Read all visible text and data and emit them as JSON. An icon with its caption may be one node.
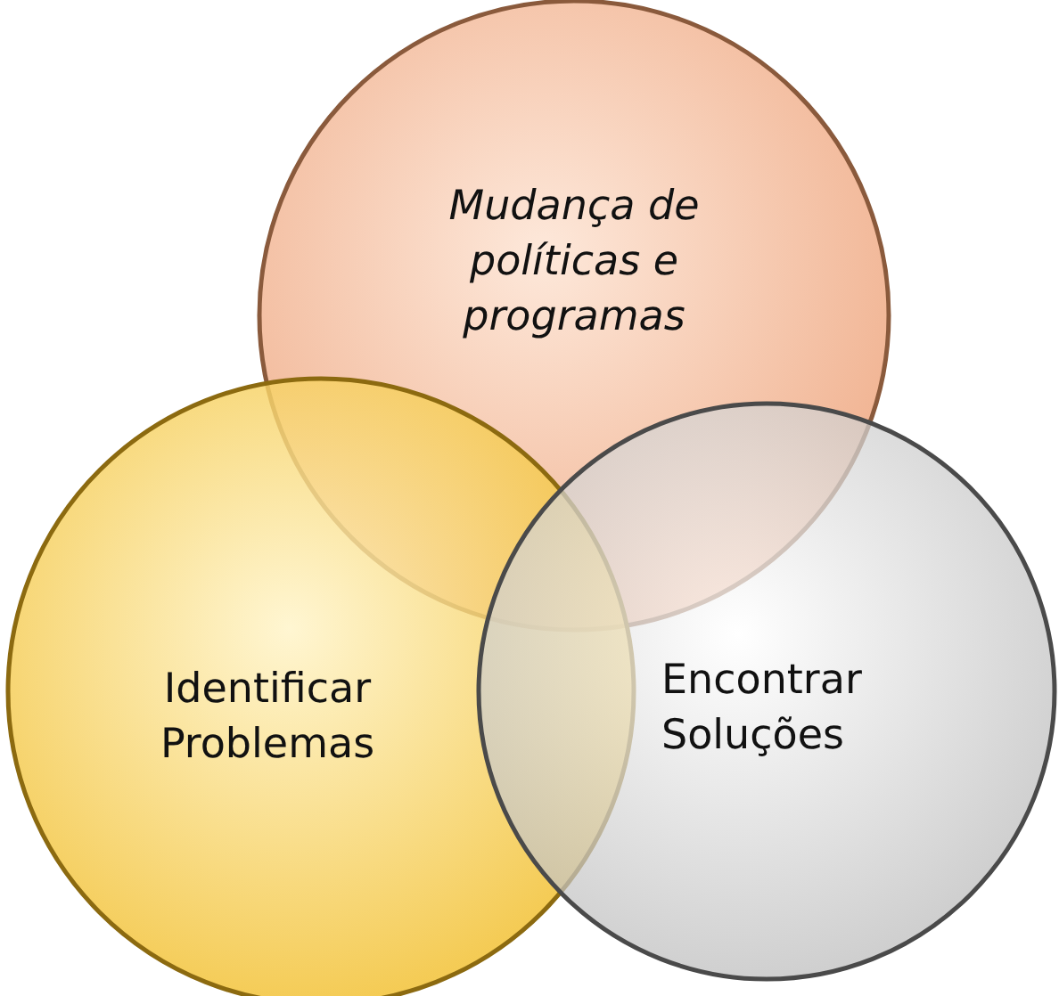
{
  "diagram": {
    "nodes": [
      {
        "text": [
          "Mudança de políticas e programas"
        ]
      },
      {
        "text": [
          "Identificar Problemas"
        ]
      },
      {
        "text": [
          "Encontrar Soluções"
        ]
      }
    ]
  }
}
